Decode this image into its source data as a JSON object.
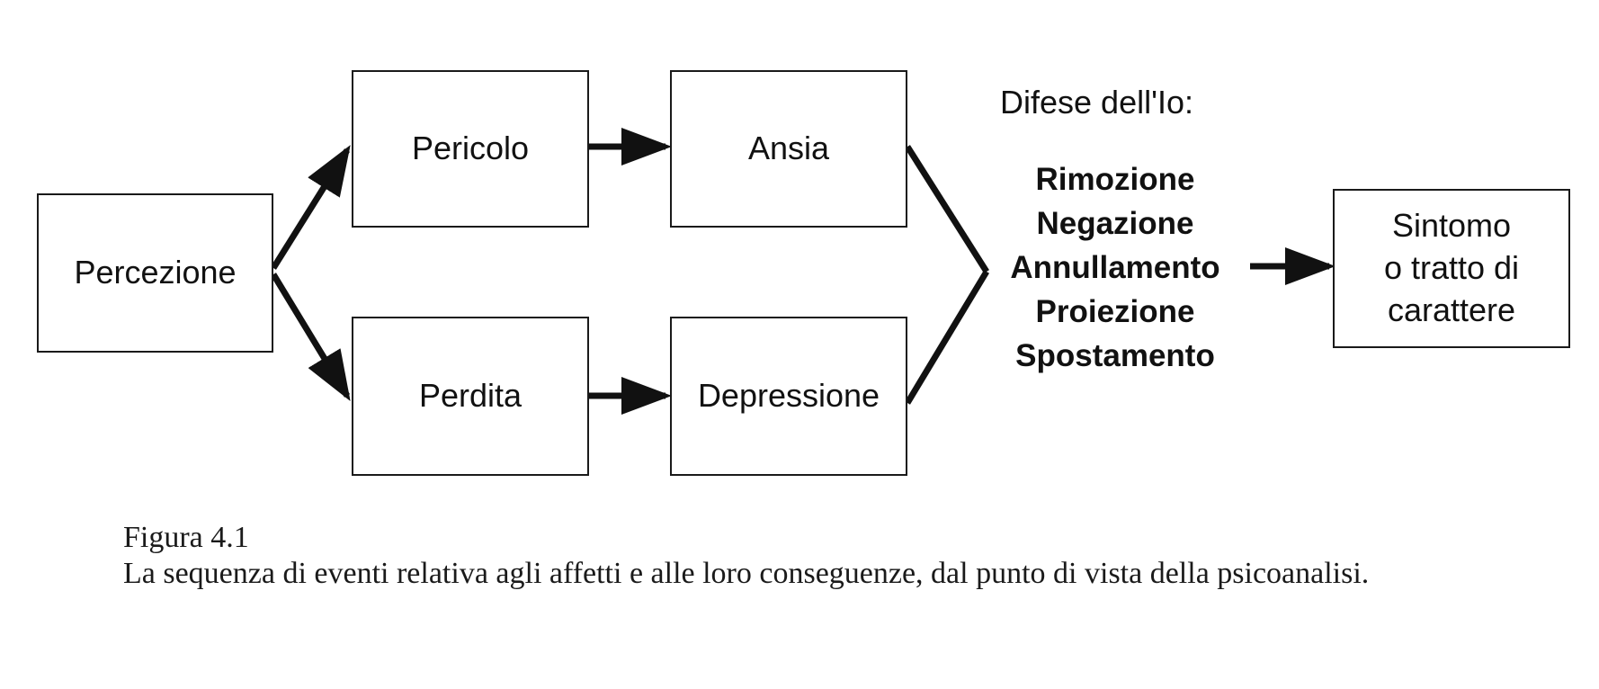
{
  "diagram": {
    "boxes": {
      "percezione": "Percezione",
      "pericolo": "Pericolo",
      "ansia": "Ansia",
      "perdita": "Perdita",
      "depressione": "Depressione",
      "sintomo": "Sintomo\no tratto di\ncarattere"
    },
    "defenses": {
      "heading": "Difese dell'Io:",
      "items": [
        "Rimozione",
        "Negazione",
        "Annullamento",
        "Proiezione",
        "Spostamento"
      ]
    }
  },
  "caption": {
    "label": "Figura 4.1",
    "text": "La sequenza di eventi relativa agli affetti e alle loro conseguenze, dal punto di vista della psicoanalisi."
  }
}
